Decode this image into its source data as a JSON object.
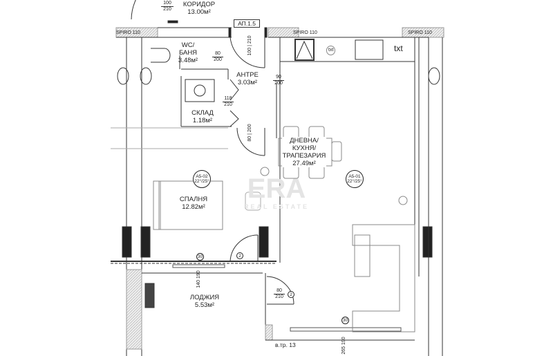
{
  "watermark": {
    "brand": "ERA",
    "sub": "REAL ESTATE"
  },
  "rooms": {
    "corridor": {
      "name": "КОРИДОР",
      "area": "13.00м²"
    },
    "wc": {
      "name1": "WC/",
      "name2": "БАНЯ",
      "area": "3.48м²"
    },
    "entry": {
      "name": "АНТРЕ",
      "area": "3.03м²"
    },
    "storage": {
      "name": "СКЛАД",
      "area": "1.18м²"
    },
    "living": {
      "name1": "ДНЕВНА/",
      "name2": "КУХНЯ/",
      "name3": "ТРАПЕЗАРИЯ",
      "area": "27.49м²"
    },
    "bedroom": {
      "name": "СПАЛНЯ",
      "area": "12.82м²"
    },
    "loggia": {
      "name": "ЛОДЖИЯ",
      "area": "5.53м²"
    }
  },
  "apartment_label": "АП.1.5",
  "spiro": [
    "SPIRO 110",
    "SPIRO 110",
    "SPIRO 110"
  ],
  "appliance_labels": [
    "txt",
    "txt"
  ],
  "doors": {
    "corridor": {
      "w": "100",
      "h": "210"
    },
    "entrance": {
      "w": "100",
      "h": "210"
    },
    "wc": {
      "w": "80",
      "h": "200"
    },
    "living": {
      "w": "90",
      "h": "200"
    },
    "storage": {
      "w": "118",
      "h": "210"
    },
    "bedroom": {
      "w": "80",
      "h": "200"
    },
    "loggia": {
      "w": "80",
      "h": "210"
    }
  },
  "windows": {
    "bedroom": {
      "w": "140",
      "h": "190"
    },
    "living": {
      "w": "265",
      "h": "190"
    }
  },
  "tags": {
    "a501": {
      "id": "A5-01",
      "temp": "22°/25°"
    },
    "a502": {
      "id": "A5-02",
      "temp": "22°/25°"
    }
  },
  "markers": {
    "m30a": "30",
    "m30b": "30",
    "m2a": "2",
    "m2b": "2"
  },
  "shaft_label": "в.тр. 13"
}
